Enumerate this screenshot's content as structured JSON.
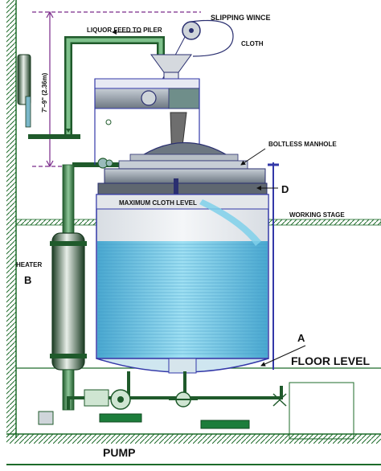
{
  "labels": {
    "slipping_winch": "SLIPPING WINCE",
    "liquor_feed": "LIQUOR FEED TO PILER",
    "cloth": "CLOTH",
    "dimension": "7'–9\" (2.36m)",
    "boltless_manhole": "BOLTLESS MANHOLE",
    "d": "D",
    "max_cloth_level": "MAXIMUM CLOTH LEVEL",
    "working_stage": "WORKING STAGE",
    "heater": "HEATER",
    "b": "B",
    "a": "A",
    "floor_level": "FLOOR LEVEL",
    "pump": "PUMP"
  },
  "icons": {
    "winch": "pulley-icon",
    "valve": "valve-icon",
    "pump": "pump-icon"
  },
  "colors": {
    "wall": "#1d6b2a",
    "pipe": "#2e7a3c",
    "vessel_outline": "#3338a8",
    "liquor": "#7fd0ea",
    "liquor_dark": "#4aa8d0",
    "cloth_tube": "#6e6e6e",
    "lid": "#8e9aa6",
    "dimension": "#7a2a8a"
  }
}
